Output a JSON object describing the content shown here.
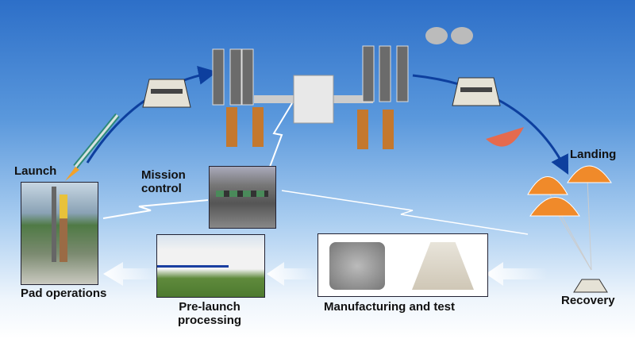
{
  "labels": {
    "launch": "Launch",
    "mission_control": [
      "Mission",
      "control"
    ],
    "landing": "Landing",
    "pad_operations": "Pad operations",
    "pre_launch": [
      "Pre-launch",
      "processing"
    ],
    "manufacturing": "Manufacturing and test",
    "recovery": "Recovery"
  },
  "colors": {
    "arc": "#0d3f9e",
    "arrow": "#ffffff"
  }
}
